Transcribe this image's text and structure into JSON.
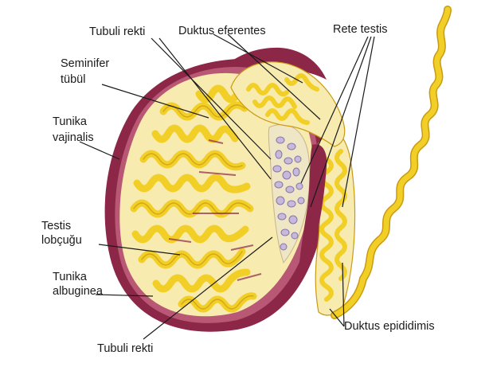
{
  "labels": {
    "duktus_eferentes": "Duktus eferentes",
    "rete_testis": "Rete testis",
    "tubuli_rekti_top": "Tubuli rekti",
    "seminifer_1": "Seminifer",
    "seminifer_2": "tübül",
    "tunika_vaj_1": "Tunika",
    "tunika_vaj_2": "vajinalis",
    "testis_1": "Testis",
    "testis_2": "lobçuğu",
    "tunika_alb_1": "Tunika",
    "tunika_alb_2": "albuginea",
    "tubuli_rekti_bottom": "Tubuli rekti",
    "duktus_epididimis": "Duktus epididimis"
  },
  "colors": {
    "tunica": "#8c2748",
    "tunica_light": "#b85874",
    "interior": "#f8ebb0",
    "tubule": "#f2cf27",
    "tubule_edge": "#c99a12",
    "rete_cell": "#c7b9dc",
    "rete_edge": "#8474a6",
    "leader": "#1a1a1a"
  }
}
